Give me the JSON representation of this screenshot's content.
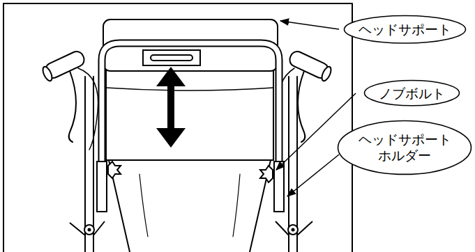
{
  "diagram": {
    "nodes": [
      {
        "text": [
          "ヘッドサポート"
        ]
      },
      {
        "text": [
          "ノブボルト"
        ]
      },
      {
        "text": [
          "ヘッドサポート ホルダー"
        ]
      }
    ]
  }
}
